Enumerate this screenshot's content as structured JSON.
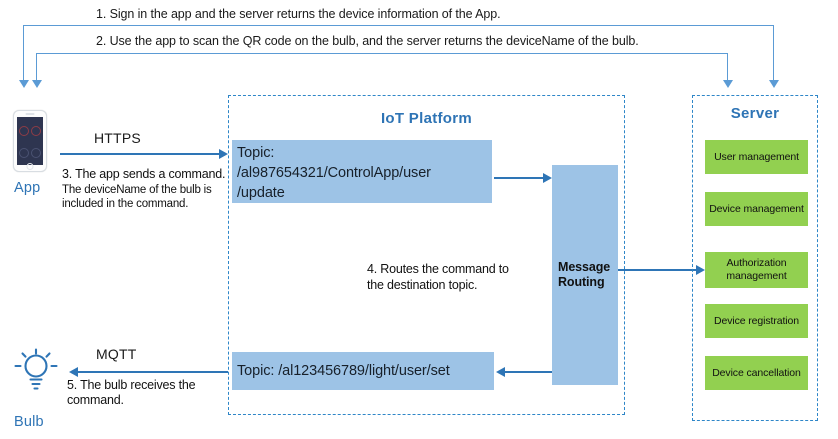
{
  "diagram": {
    "title_iot": "IoT Platform",
    "title_server": "Server"
  },
  "top_steps": [
    {
      "id": "step1",
      "text": "1. Sign in the app and  the server returns the device information of the App."
    },
    {
      "id": "step2",
      "text": "2. Use the app to scan the QR code on the bulb, and the server returns the deviceName of the bulb."
    }
  ],
  "devices": {
    "app": {
      "label": "App",
      "icon": "smartphone-icon"
    },
    "bulb": {
      "label": "Bulb",
      "icon": "lightbulb-icon"
    }
  },
  "protocols": {
    "https": "HTTPS",
    "mqtt": "MQTT"
  },
  "notes": {
    "step3_line1": "3. The app sends a command.",
    "step3_line2": "The deviceName of the bulb is",
    "step3_line3": "included in the command.",
    "step4_line1": "4. Routes the command to",
    "step4_line2": "the destination topic.",
    "step5_line1": "5. The bulb receives the",
    "step5_line2": "command."
  },
  "iot_platform": {
    "topic_app": {
      "line1": "Topic:",
      "line2": "/al987654321/ControlApp/user",
      "line3": "/update"
    },
    "topic_light": {
      "line1": "Topic: /al123456789/light/user/set"
    },
    "message_routing": {
      "line1": "Message",
      "line2": "Routing"
    }
  },
  "server": {
    "modules": [
      {
        "label": "User management"
      },
      {
        "label": "Device management"
      },
      {
        "label": "Authorization\nmanagement"
      },
      {
        "label": "Device registration"
      },
      {
        "label": "Device cancellation"
      }
    ]
  },
  "colors": {
    "accent_blue": "#2e74b5",
    "light_blue_fill": "#9dc3e6",
    "green_fill": "#92d050",
    "arrow_blue": "#2e75b6",
    "light_arrow_blue": "#5b9bd5"
  }
}
